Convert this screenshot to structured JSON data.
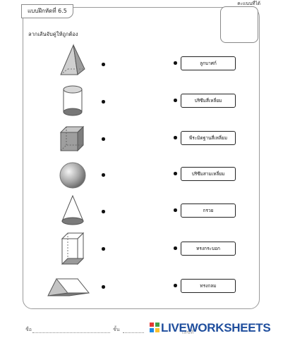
{
  "header": {
    "exercise_tab": "แบบฝึกหัดที่ 6.5",
    "score_label": "คะแนนที่ได้"
  },
  "instruction": "ลากเส้นจับคู่ให้ถูกต้อง",
  "shapes": [
    {
      "icon": "pyramid-icon"
    },
    {
      "icon": "cylinder-icon"
    },
    {
      "icon": "cube-icon"
    },
    {
      "icon": "sphere-icon"
    },
    {
      "icon": "cone-icon"
    },
    {
      "icon": "rectangular-prism-icon"
    },
    {
      "icon": "triangular-prism-icon"
    }
  ],
  "answers": [
    "ลูกบาศก์",
    "ปริซึมสี่เหลี่ยม",
    "พีระมิดฐานสี่เหลี่ยม",
    "ปริซึมสามเหลี่ยม",
    "กรวย",
    "ทรงกระบอก",
    "ทรงกลม"
  ],
  "footer": {
    "name_label": "ชื่อ",
    "class_label": "ชั้น",
    "number_label": "เลขที่",
    "brand_text": "LIVEWORKSHEETS"
  },
  "colors": {
    "brand": "#1f4e9d",
    "logo_tiles": [
      "#e53935",
      "#43a047",
      "#1e88e5",
      "#fbc02d"
    ]
  }
}
